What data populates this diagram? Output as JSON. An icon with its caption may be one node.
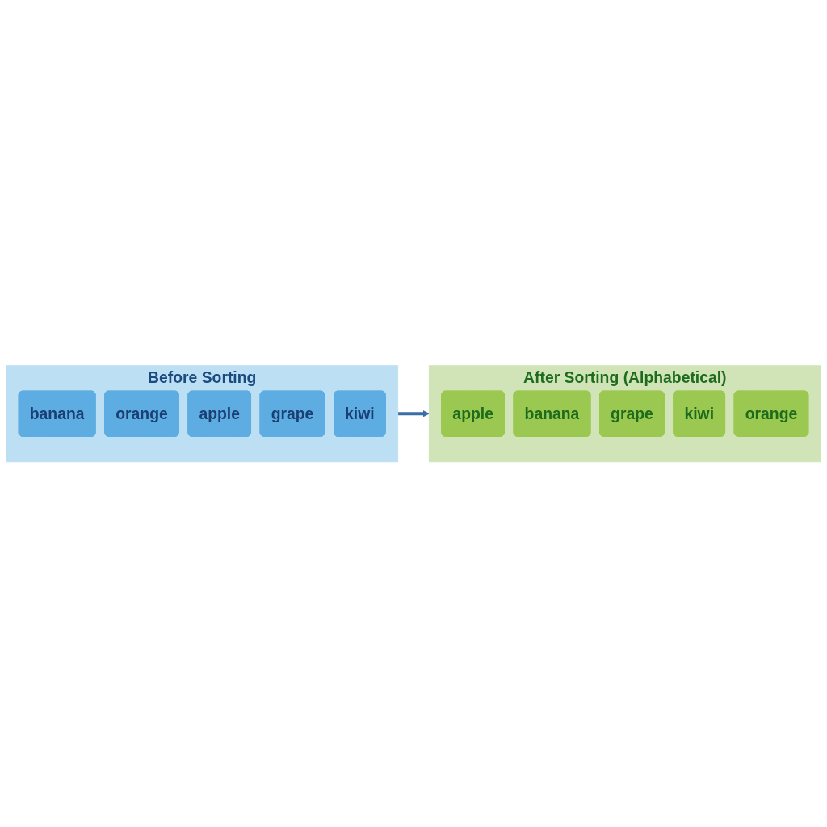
{
  "diagram": {
    "nodes": [
      {
        "text": [
          "Before Sorting"
        ]
      },
      {
        "text": [
          "banana"
        ],
        "in": 0
      },
      {
        "text": [
          "orange"
        ],
        "in": 0
      },
      {
        "text": [
          "apple"
        ],
        "in": 0
      },
      {
        "text": [
          "grape"
        ],
        "in": 0
      },
      {
        "text": [
          "kiwi"
        ],
        "in": 0
      },
      {
        "text": [
          "After Sorting (Alphabetical)"
        ]
      },
      {
        "text": [
          "apple"
        ],
        "in": 6
      },
      {
        "text": [
          "banana"
        ],
        "in": 6
      },
      {
        "text": [
          "grape"
        ],
        "in": 6
      },
      {
        "text": [
          "kiwi"
        ],
        "in": 6
      },
      {
        "text": [
          "orange"
        ],
        "in": 6
      }
    ],
    "edges": [
      {
        "from": 0,
        "to": 6,
        "arrow": "to"
      }
    ]
  }
}
